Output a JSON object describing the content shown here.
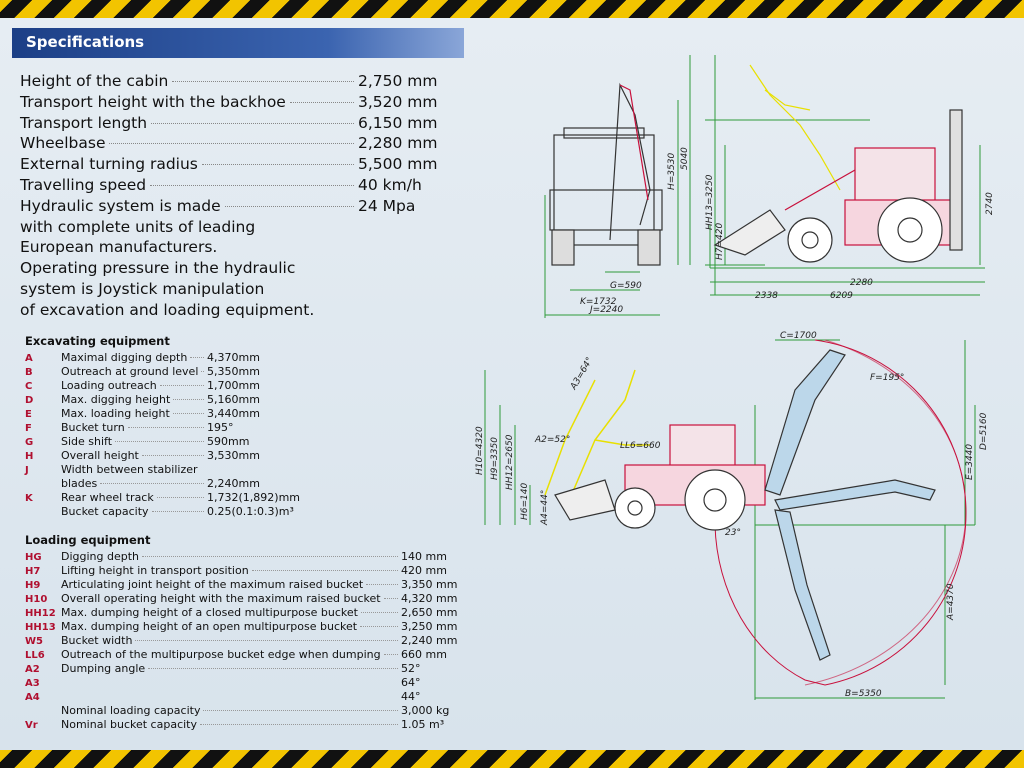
{
  "title": "Specifications",
  "specs": [
    {
      "label": "Height of the cabin",
      "value": "2,750 mm"
    },
    {
      "label": "Transport height with the backhoe",
      "value": "3,520 mm"
    },
    {
      "label": "Transport length",
      "value": "6,150 mm"
    },
    {
      "label": "Wheelbase",
      "value": "2,280 mm"
    },
    {
      "label": "External turning radius",
      "value": "5,500 mm"
    },
    {
      "label": "Travelling speed",
      "value": "40 km/h"
    },
    {
      "label": "Hydraulic system is made",
      "value": "24 Mpa"
    },
    {
      "label": "with complete units of leading",
      "value": ""
    },
    {
      "label": "European manufacturers.",
      "value": ""
    },
    {
      "label": "Operating pressure in the hydraulic",
      "value": ""
    },
    {
      "label": "system is Joystick manipulation",
      "value": ""
    },
    {
      "label": "of excavation and loading equipment.",
      "value": ""
    }
  ],
  "excavating": {
    "title": "Excavating equipment",
    "rows": [
      {
        "code": "A",
        "label": "Maximal digging depth",
        "value": "4,370mm"
      },
      {
        "code": "B",
        "label": "Outreach at ground level",
        "value": "5,350mm"
      },
      {
        "code": "C",
        "label": "Loading outreach",
        "value": "1,700mm"
      },
      {
        "code": "D",
        "label": "Max. digging height",
        "value": "5,160mm"
      },
      {
        "code": "E",
        "label": "Max. loading height",
        "value": "3,440mm"
      },
      {
        "code": "F",
        "label": "Bucket turn",
        "value": "195°"
      },
      {
        "code": "G",
        "label": "Side shift",
        "value": "590mm"
      },
      {
        "code": "H",
        "label": "Overall height",
        "value": "3,530mm"
      },
      {
        "code": "J",
        "label": "Width between stabilizer",
        "value": ""
      },
      {
        "code": "",
        "label": "blades",
        "value": "2,240mm"
      },
      {
        "code": "K",
        "label": "Rear wheel track",
        "value": "1,732(1,892)mm"
      },
      {
        "code": "",
        "label": "Bucket capacity",
        "value": "0.25(0.1:0.3)m³"
      }
    ]
  },
  "loading": {
    "title": "Loading equipment",
    "rows": [
      {
        "code": "HG",
        "label": "Digging depth",
        "value": "140 mm"
      },
      {
        "code": "H7",
        "label": "Lifting height in transport position",
        "value": "420 mm"
      },
      {
        "code": "H9",
        "label": "Articulating joint height of the maximum raised bucket",
        "value": "3,350 mm"
      },
      {
        "code": "H10",
        "label": "Overall operating height with the maximum raised bucket",
        "value": "4,320 mm"
      },
      {
        "code": "HH12",
        "label": "Max. dumping height of a closed multipurpose bucket",
        "value": "2,650 mm"
      },
      {
        "code": "HH13",
        "label": "Max. dumping height of an open multipurpose bucket",
        "value": "3,250 mm"
      },
      {
        "code": "W5",
        "label": "Bucket width",
        "value": "2,240 mm"
      },
      {
        "code": "LL6",
        "label": "Outreach of the multipurpose bucket edge when dumping",
        "value": "660 mm"
      },
      {
        "code": "A2",
        "label": "Dumping angle",
        "value": "52°"
      },
      {
        "code": "A3",
        "label": "",
        "value": "64°"
      },
      {
        "code": "A4",
        "label": "",
        "value": "44°"
      },
      {
        "code": "",
        "label": "Nominal loading capacity",
        "value": "3,000 kg"
      },
      {
        "code": "Vr",
        "label": "Nominal bucket capacity",
        "value": "1.05 m³"
      }
    ]
  },
  "drawing_labels": {
    "g": "G=590",
    "k": "K=1732",
    "j": "J=2240",
    "h": "H=3530",
    "h5040": "5040",
    "hh13": "HH13=3250",
    "h7": "H7=420",
    "h2740": "2740",
    "d2338": "2338",
    "d2280": "2280",
    "d6209": "6209",
    "c": "C=1700",
    "f": "F=195°",
    "a3": "A3=64°",
    "a2": "A2=52°",
    "ll6": "LL6=660",
    "h10": "H10=4320",
    "h9": "H9=3350",
    "hh12": "HH12=2650",
    "h6": "H6=140",
    "a4": "A4=44°",
    "e": "E=3440",
    "d": "D=5160",
    "a": "A=4370",
    "b": "B=5350",
    "deg23": "23°"
  },
  "colors": {
    "stripe_yellow": "#f2c400",
    "title_blue": "#1c3f86",
    "machine_red": "#c8103c",
    "dimension_green": "#2e9a3a",
    "arm_yellow": "#e8e000"
  }
}
